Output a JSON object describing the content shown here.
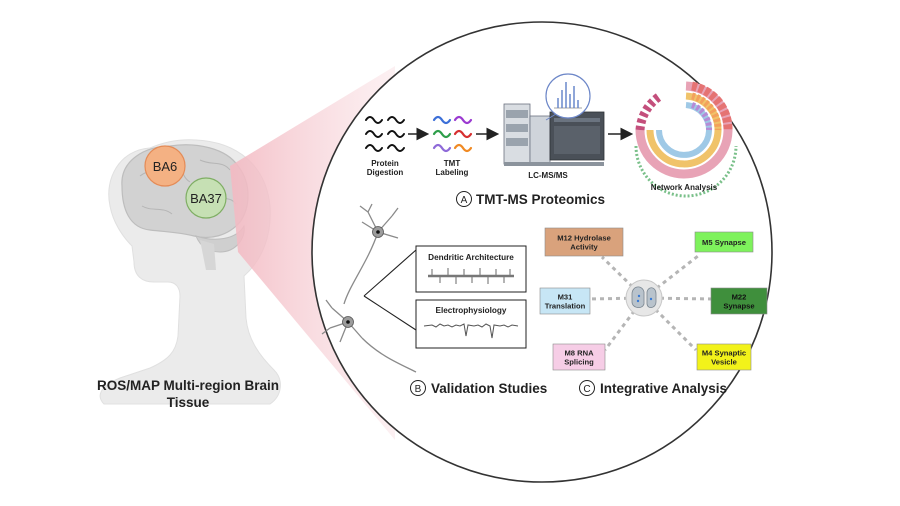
{
  "brain": {
    "region_a": "BA6",
    "region_b": "BA37",
    "caption_line1": "ROS/MAP Multi-region Brain",
    "caption_line2": "Tissue",
    "region_a_color": "#f4b183",
    "region_b_color": "#c6e0b4"
  },
  "proteomics": {
    "step1_line1": "Protein",
    "step1_line2": "Digestion",
    "step2_line1": "TMT",
    "step2_line2": "Labeling",
    "step3": "LC-MS/MS",
    "step4": "Network Analysis",
    "section_letter": "A",
    "section_title": "TMT-MS Proteomics"
  },
  "validation": {
    "panel1": "Dendritic Architecture",
    "panel2": "Electrophysiology",
    "section_letter": "B",
    "section_title": "Validation Studies"
  },
  "integrative": {
    "section_letter": "C",
    "section_title": "Integrative Analysis",
    "modules": [
      {
        "line1": "M12 Hydrolase",
        "line2": "Activity",
        "color": "#d9a27c"
      },
      {
        "line1": "M5 Synapse",
        "line2": "",
        "color": "#7ef25c"
      },
      {
        "line1": "M31",
        "line2": "Translation",
        "color": "#c7e6f5"
      },
      {
        "line1": "M22",
        "line2": "Synapse",
        "color": "#3f8f3c"
      },
      {
        "line1": "M8 RNA",
        "line2": "Splicing",
        "color": "#f6cde6"
      },
      {
        "line1": "M4 Synaptic",
        "line2": "Vesicle",
        "color": "#f2f21a"
      }
    ]
  }
}
